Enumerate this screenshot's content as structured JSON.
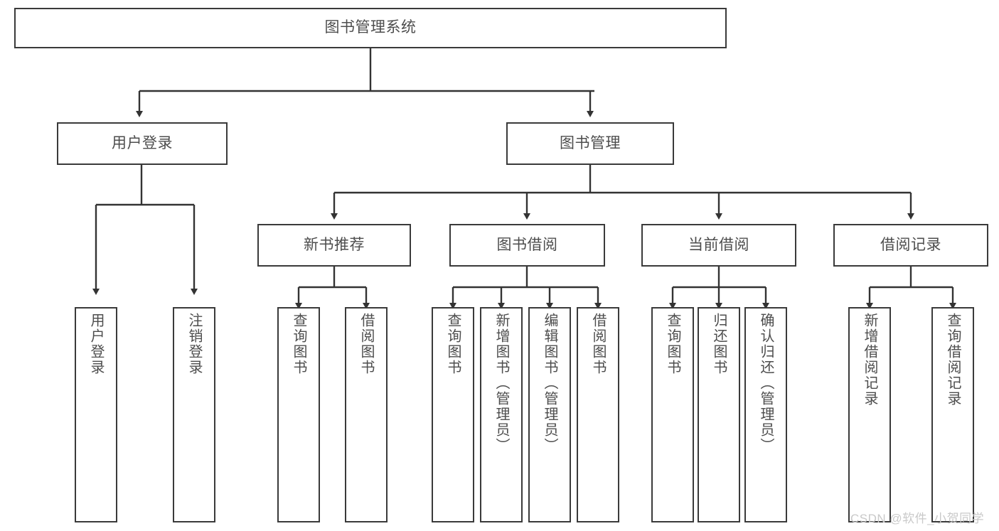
{
  "diagram": {
    "title": "图书管理系统",
    "type": "tree",
    "colors": {
      "stroke": "#3a3a3a",
      "text": "#4d4d4d",
      "background": "#ffffff",
      "watermark": "#c9c9c9"
    },
    "root": {
      "id": "root",
      "label": "图书管理系统"
    },
    "branches": [
      {
        "id": "user-login",
        "label": "用户登录",
        "children": [
          {
            "id": "user-login-do",
            "label": "用户登录"
          },
          {
            "id": "user-logout",
            "label": "注销登录"
          }
        ]
      },
      {
        "id": "book-management",
        "label": "图书管理",
        "groups": [
          {
            "id": "new-book-recommend",
            "label": "新书推荐",
            "children": [
              {
                "id": "nb-query-book",
                "label": "查询图书"
              },
              {
                "id": "nb-borrow-book",
                "label": "借阅图书"
              }
            ]
          },
          {
            "id": "book-borrow",
            "label": "图书借阅",
            "children": [
              {
                "id": "bb-query-book",
                "label": "查询图书"
              },
              {
                "id": "bb-add-book",
                "label": "新增图书（管理员）"
              },
              {
                "id": "bb-edit-book",
                "label": "编辑图书（管理员）"
              },
              {
                "id": "bb-borrow-book",
                "label": "借阅图书"
              }
            ]
          },
          {
            "id": "current-borrow",
            "label": "当前借阅",
            "children": [
              {
                "id": "cb-query-book",
                "label": "查询图书"
              },
              {
                "id": "cb-return-book",
                "label": "归还图书"
              },
              {
                "id": "cb-confirm-return",
                "label": "确认归还（管理员）"
              }
            ]
          },
          {
            "id": "borrow-record",
            "label": "借阅记录",
            "children": [
              {
                "id": "br-add-record",
                "label": "新增借阅记录"
              },
              {
                "id": "br-query-record",
                "label": "查询借阅记录"
              }
            ]
          }
        ]
      }
    ]
  },
  "watermark": {
    "text": "CSDN @软件_小贺同学"
  }
}
